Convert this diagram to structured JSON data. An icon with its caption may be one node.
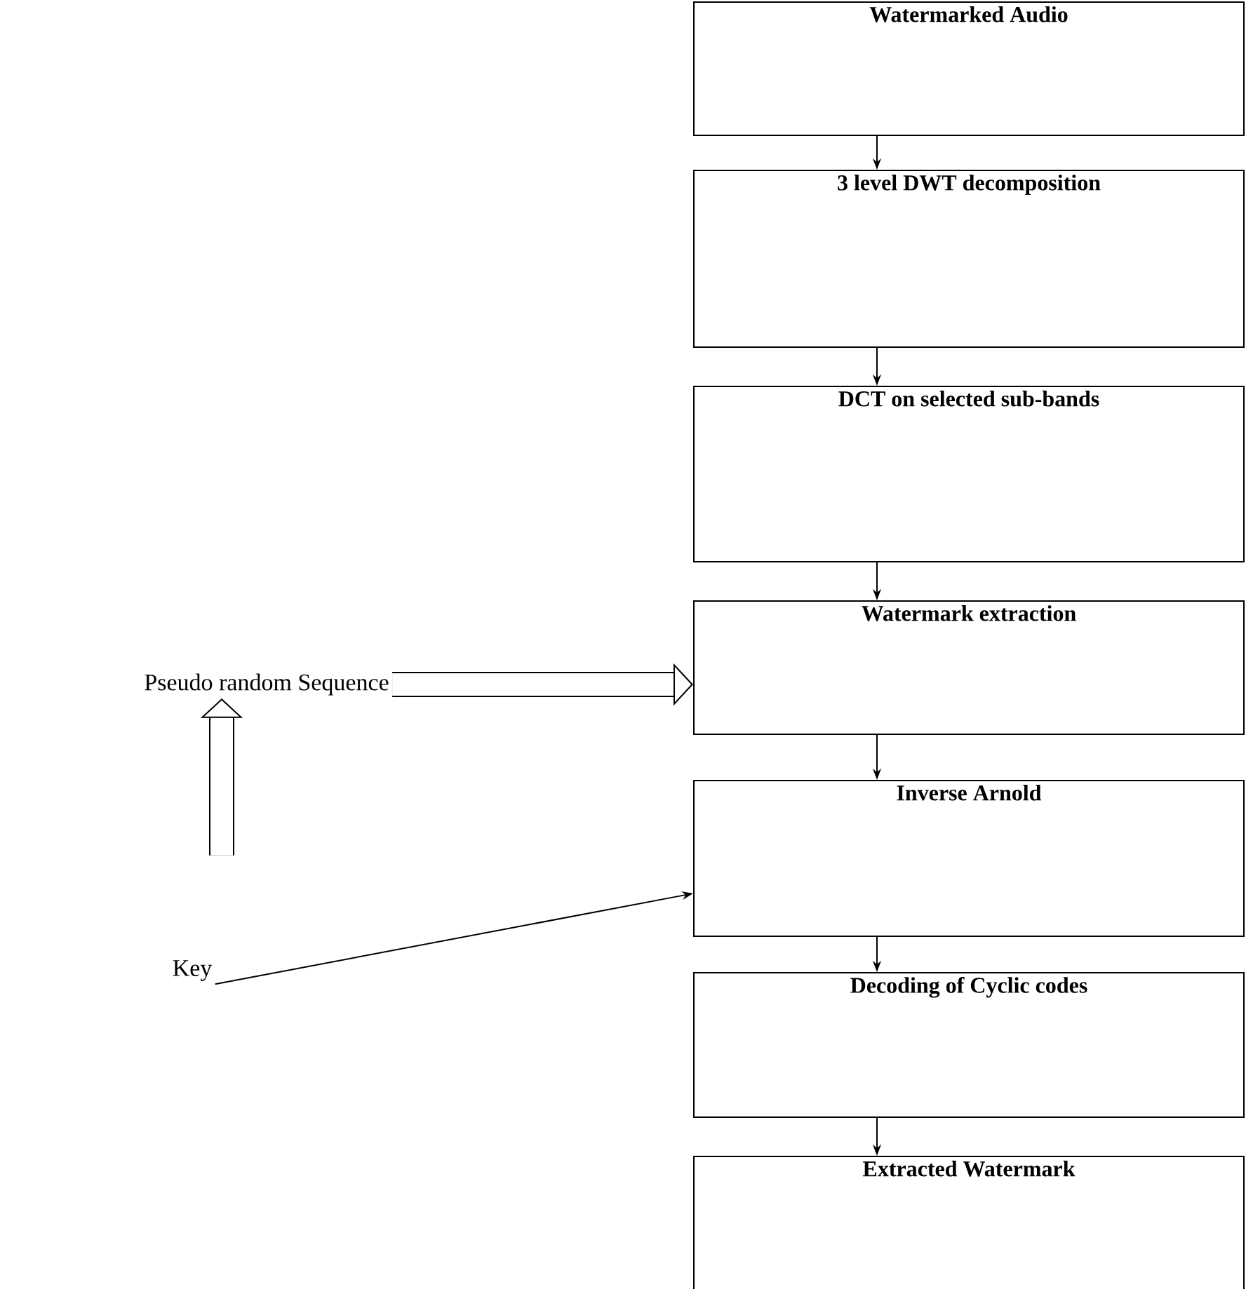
{
  "diagram": {
    "nodes": [
      {
        "text": [
          "Watermarked Audio"
        ]
      },
      {
        "text": [
          "3 level DWT decomposition"
        ]
      },
      {
        "text": [
          "DCT on selected sub-bands"
        ]
      },
      {
        "text": [
          "Watermark extraction"
        ]
      },
      {
        "text": [
          "Inverse Arnold"
        ]
      },
      {
        "text": [
          "Decoding of Cyclic codes"
        ]
      },
      {
        "text": [
          "Extracted Watermark"
        ]
      },
      {
        "text": [
          "Pseudo random Sequence"
        ]
      },
      {
        "text": [
          "Key"
        ]
      }
    ],
    "edges": [
      {
        "from": 0,
        "to": 1,
        "arrow": "to"
      },
      {
        "from": 1,
        "to": 2,
        "arrow": "to"
      },
      {
        "from": 2,
        "to": 3,
        "arrow": "to"
      },
      {
        "from": 3,
        "to": 4,
        "arrow": "to"
      },
      {
        "from": 4,
        "to": 5,
        "arrow": "to"
      },
      {
        "from": 5,
        "to": 6,
        "arrow": "to"
      },
      {
        "from": 7,
        "to": 3,
        "arrow": "to",
        "style": "thick"
      },
      {
        "from": null,
        "to": 7,
        "arrow": "to",
        "style": "thick"
      },
      {
        "from": 8,
        "to": 4,
        "arrow": "to"
      }
    ]
  }
}
